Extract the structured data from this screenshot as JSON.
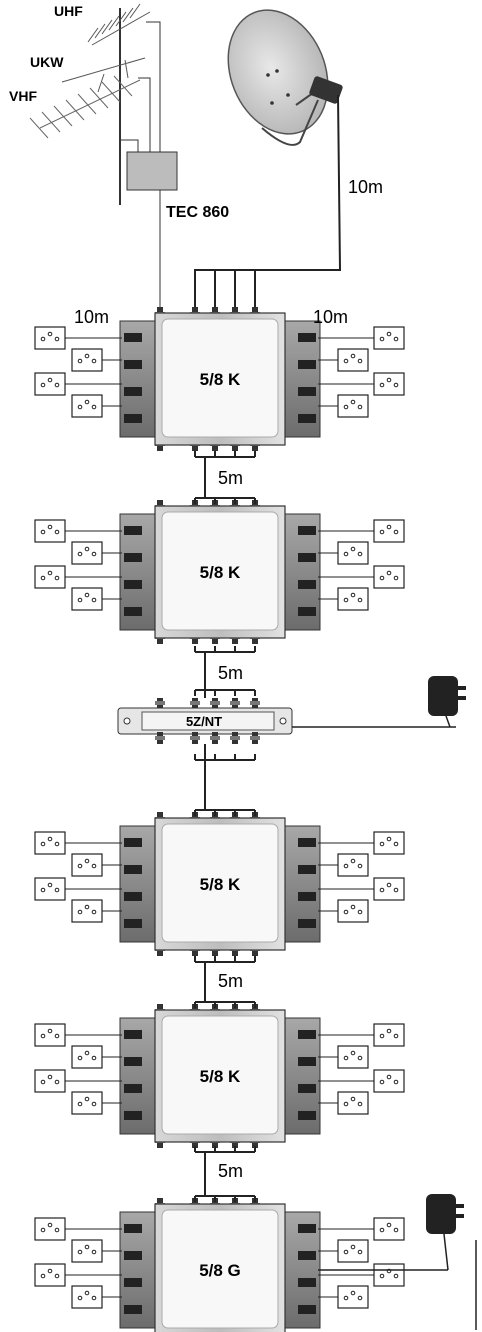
{
  "antenna": {
    "uhf_label": "UHF",
    "ukw_label": "UKW",
    "vhf_label": "VHF",
    "amplifier_label": "TEC 860"
  },
  "dish": {
    "cable_label": "10m"
  },
  "cascade": {
    "top_left_cable": "10m",
    "top_right_cable": "10m",
    "units": [
      {
        "label": "5/8 K"
      },
      {
        "label": "5/8 K"
      },
      {
        "label": "5/8 K"
      },
      {
        "label": "5/8 K"
      },
      {
        "label": "5/8 G"
      }
    ],
    "power_unit": {
      "label": "5Z/NT"
    },
    "links": [
      "5m",
      "5m",
      "5m",
      "5m"
    ]
  }
}
